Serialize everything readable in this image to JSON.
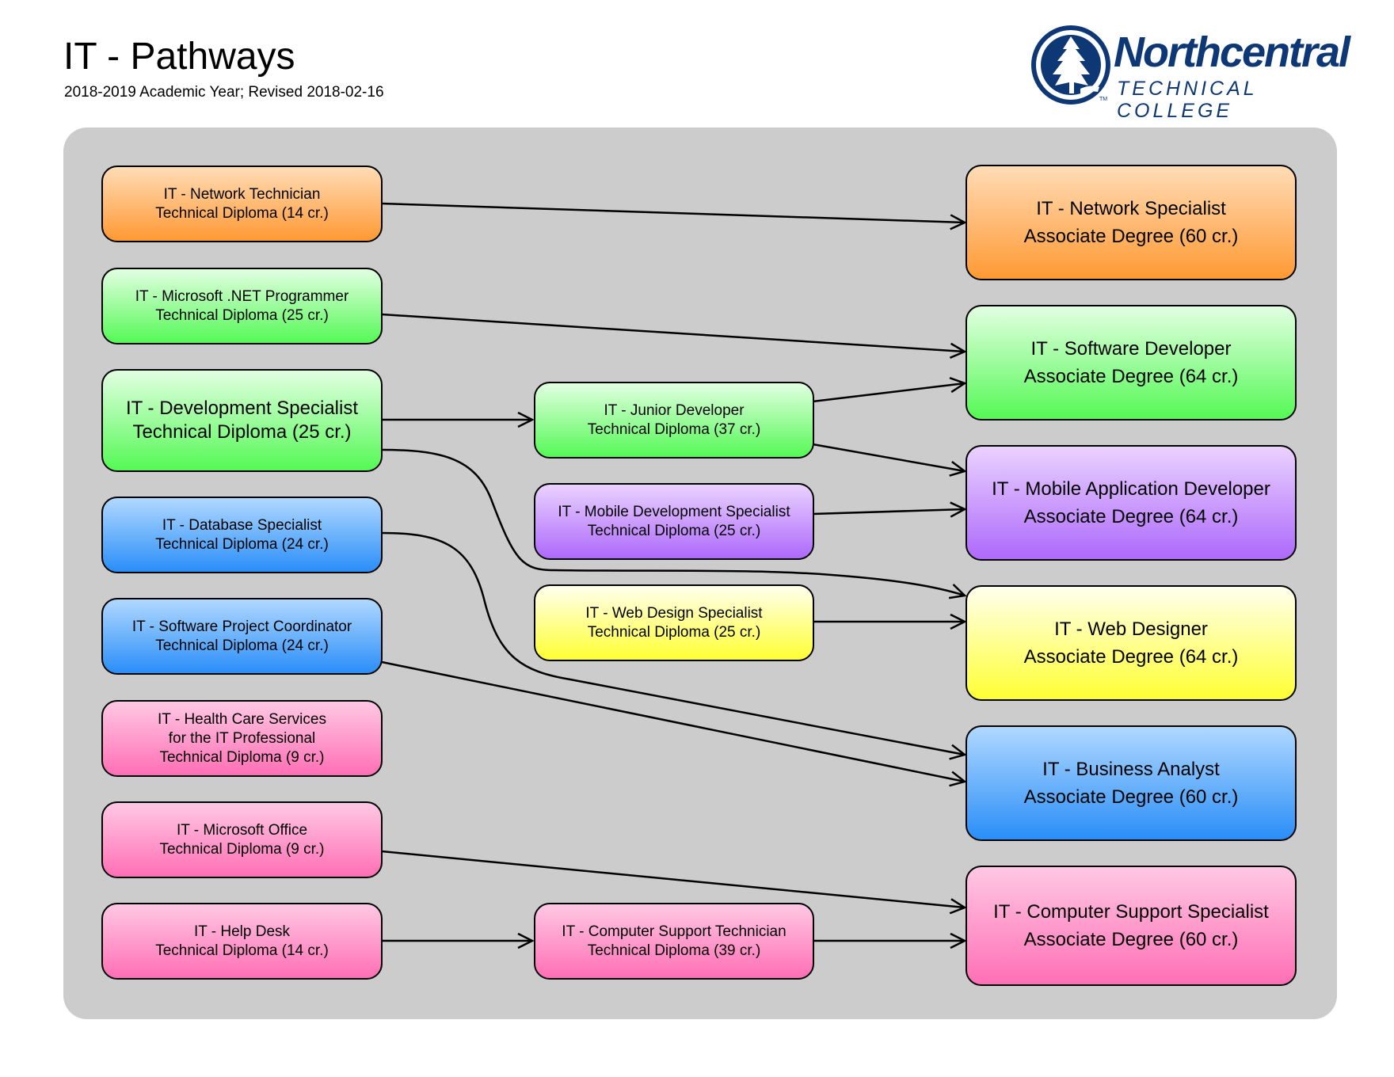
{
  "header": {
    "title": "IT - Pathways",
    "subtitle": "2018-2019 Academic Year; Revised 2018-02-16"
  },
  "logo": {
    "name_line1": "Northcentral",
    "name_line2": "TECHNICAL COLLEGE",
    "trademark": "TM",
    "icon": "pine-tree-circle-icon",
    "color": "#0d3775"
  },
  "colors": {
    "panel": "#cccccc",
    "network": "#ff9933",
    "software": "#55f955",
    "data": "#2a8ef8",
    "mobile": "#ae69fb",
    "web": "#ffff33",
    "support": "#ff6fb5"
  },
  "nodes": {
    "net_tech": {
      "lines": [
        "IT - Network Technician",
        "Technical Diploma (14 cr.)"
      ],
      "color": "orange"
    },
    "net_prog": {
      "lines": [
        "IT - Microsoft .NET Programmer",
        "Technical Diploma (25 cr.)"
      ],
      "color": "green"
    },
    "dev_spec": {
      "lines": [
        "IT - Development Specialist",
        "Technical Diploma (25 cr.)"
      ],
      "color": "green"
    },
    "db_spec": {
      "lines": [
        "IT - Database Specialist",
        "Technical Diploma (24 cr.)"
      ],
      "color": "blue"
    },
    "spc": {
      "lines": [
        "IT - Software Project Coordinator",
        "Technical Diploma (24 cr.)"
      ],
      "color": "blue"
    },
    "health": {
      "lines": [
        "IT - Health Care Services",
        "for the IT Professional",
        "Technical Diploma (9 cr.)"
      ],
      "color": "pink"
    },
    "ms_office": {
      "lines": [
        "IT - Microsoft Office",
        "Technical Diploma (9 cr.)"
      ],
      "color": "pink"
    },
    "help_desk": {
      "lines": [
        "IT - Help Desk",
        "Technical Diploma (14 cr.)"
      ],
      "color": "pink"
    },
    "jr_dev": {
      "lines": [
        "IT - Junior Developer",
        "Technical Diploma (37 cr.)"
      ],
      "color": "green"
    },
    "mob_spec": {
      "lines": [
        "IT - Mobile Development Specialist",
        "Technical Diploma (25 cr.)"
      ],
      "color": "purple"
    },
    "web_spec": {
      "lines": [
        "IT - Web Design Specialist",
        "Technical Diploma (25 cr.)"
      ],
      "color": "yellow"
    },
    "cst": {
      "lines": [
        "IT - Computer Support Technician",
        "Technical Diploma (39 cr.)"
      ],
      "color": "pink"
    },
    "net_ad": {
      "lines": [
        "IT - Network Specialist",
        "Associate Degree (60 cr.)"
      ],
      "color": "orange"
    },
    "sw_ad": {
      "lines": [
        "IT - Software Developer",
        "Associate Degree (64 cr.)"
      ],
      "color": "green"
    },
    "mob_ad": {
      "lines": [
        "IT - Mobile Application Developer",
        "Associate Degree (64 cr.)"
      ],
      "color": "purple"
    },
    "web_ad": {
      "lines": [
        "IT - Web Designer",
        "Associate Degree (64 cr.)"
      ],
      "color": "yellow"
    },
    "ba_ad": {
      "lines": [
        "IT - Business Analyst",
        "Associate Degree (60 cr.)"
      ],
      "color": "blue"
    },
    "css_ad": {
      "lines": [
        "IT - Computer Support Specialist",
        "Associate Degree (60 cr.)"
      ],
      "color": "pink"
    }
  },
  "edges": [
    {
      "from": "net_tech",
      "to": "net_ad"
    },
    {
      "from": "net_prog",
      "to": "sw_ad"
    },
    {
      "from": "dev_spec",
      "to": "jr_dev"
    },
    {
      "from": "jr_dev",
      "to": "sw_ad"
    },
    {
      "from": "jr_dev",
      "to": "mob_ad"
    },
    {
      "from": "mob_spec",
      "to": "mob_ad"
    },
    {
      "from": "dev_spec",
      "to": "web_ad"
    },
    {
      "from": "web_spec",
      "to": "web_ad"
    },
    {
      "from": "db_spec",
      "to": "ba_ad"
    },
    {
      "from": "spc",
      "to": "ba_ad"
    },
    {
      "from": "ms_office",
      "to": "css_ad"
    },
    {
      "from": "help_desk",
      "to": "cst"
    },
    {
      "from": "cst",
      "to": "css_ad"
    }
  ]
}
